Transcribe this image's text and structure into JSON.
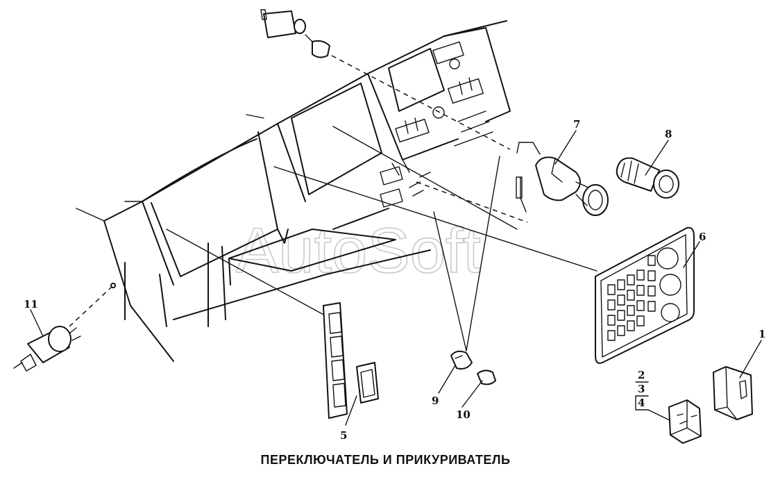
{
  "diagram": {
    "caption": "ПЕРЕКЛЮЧАТЕЛЬ И ПРИКУРИВАТЕЛЬ",
    "watermark": "AutoSoft",
    "callouts": {
      "c1": "1",
      "c2": "2",
      "c3": "3",
      "c4": "4",
      "c5": "5",
      "c6": "6",
      "c7": "7",
      "c8": "8",
      "c9": "9",
      "c10": "10",
      "c11": "11"
    }
  }
}
